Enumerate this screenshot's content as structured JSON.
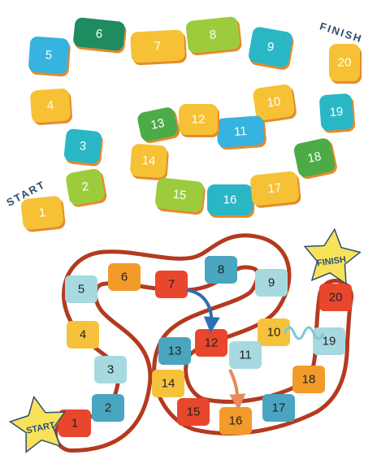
{
  "board_one": {
    "start_label": "START",
    "finish_label": "FINISH",
    "tiles": [
      {
        "n": "1",
        "color": "#f6c135"
      },
      {
        "n": "2",
        "color": "#9ccc3c"
      },
      {
        "n": "3",
        "color": "#29b7c6"
      },
      {
        "n": "4",
        "color": "#f6c135"
      },
      {
        "n": "5",
        "color": "#36b3df"
      },
      {
        "n": "6",
        "color": "#1f8c5f"
      },
      {
        "n": "7",
        "color": "#f6c135"
      },
      {
        "n": "8",
        "color": "#9ccc3c"
      },
      {
        "n": "9",
        "color": "#29b7c6"
      },
      {
        "n": "10",
        "color": "#f6c135"
      },
      {
        "n": "11",
        "color": "#36b3df"
      },
      {
        "n": "12",
        "color": "#f6c135"
      },
      {
        "n": "13",
        "color": "#4cab47"
      },
      {
        "n": "14",
        "color": "#f6c135"
      },
      {
        "n": "15",
        "color": "#9ccc3c"
      },
      {
        "n": "16",
        "color": "#29b7c6"
      },
      {
        "n": "17",
        "color": "#f6c135"
      },
      {
        "n": "18",
        "color": "#4cab47"
      },
      {
        "n": "19",
        "color": "#29b7c6"
      },
      {
        "n": "20",
        "color": "#f6c135"
      }
    ]
  },
  "board_two": {
    "start_label": "START",
    "finish_label": "FINISH",
    "tiles": [
      {
        "n": "1",
        "color": "#e8472e"
      },
      {
        "n": "2",
        "color": "#4aa6c0"
      },
      {
        "n": "3",
        "color": "#a6dae0"
      },
      {
        "n": "4",
        "color": "#f7c23b"
      },
      {
        "n": "5",
        "color": "#a6dae0"
      },
      {
        "n": "6",
        "color": "#f29b2b"
      },
      {
        "n": "7",
        "color": "#e8472e"
      },
      {
        "n": "8",
        "color": "#4aa6c0"
      },
      {
        "n": "9",
        "color": "#a6dae0"
      },
      {
        "n": "10",
        "color": "#f7c23b"
      },
      {
        "n": "11",
        "color": "#a6dae0"
      },
      {
        "n": "12",
        "color": "#e8472e"
      },
      {
        "n": "13",
        "color": "#4aa6c0"
      },
      {
        "n": "14",
        "color": "#f7c23b"
      },
      {
        "n": "15",
        "color": "#e8472e"
      },
      {
        "n": "16",
        "color": "#f29b2b"
      },
      {
        "n": "17",
        "color": "#4aa6c0"
      },
      {
        "n": "18",
        "color": "#f29b2b"
      },
      {
        "n": "19",
        "color": "#a6dae0"
      },
      {
        "n": "20",
        "color": "#e8472e"
      }
    ],
    "ladder_arrow_color": "#2b6fb4",
    "chute_arrow_color": "#e58a5a",
    "spring_color": "#7cc8d8",
    "star_color": "#f7e25a"
  }
}
